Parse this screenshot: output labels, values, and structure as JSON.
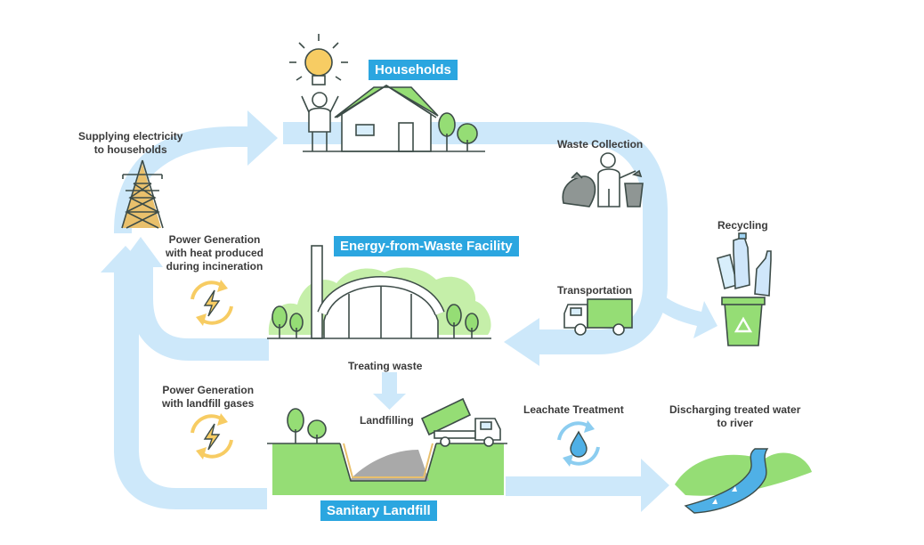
{
  "tags": {
    "households": "Households",
    "facility": "Energy-from-Waste Facility",
    "landfill": "Sanitary Landfill"
  },
  "labels": {
    "supplying": "Supplying electricity\nto households",
    "waste_collection": "Waste Collection",
    "recycling": "Recycling",
    "power_incineration": "Power Generation\nwith heat produced\nduring incineration",
    "transportation": "Transportation",
    "treating": "Treating waste",
    "power_landfill": "Power Generation\nwith landfill gases",
    "landfilling": "Landfilling",
    "leachate": "Leachate Treatment",
    "discharging": "Discharging treated water\nto river"
  },
  "colors": {
    "arrow": "#cde8fa",
    "tag": "#2ba6e0",
    "green": "#95dd75",
    "light_green": "#c5efa9",
    "outline": "#3d4c48",
    "yellow": "#f7cc63",
    "pylon": "#e9c06c"
  }
}
